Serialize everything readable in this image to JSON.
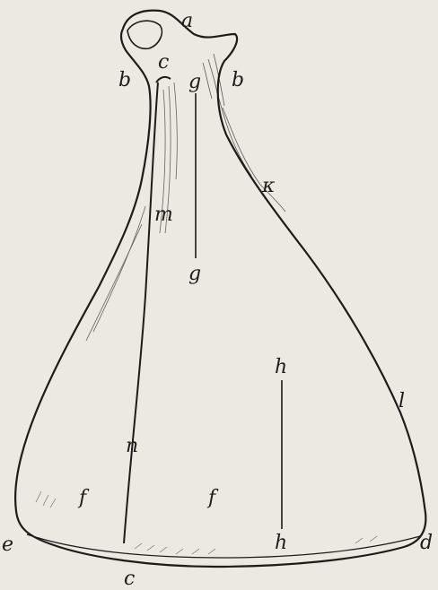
{
  "figure": {
    "background": "#ece9e2",
    "ink": "#1e1c1a",
    "labels": {
      "a": "a",
      "b_left": "b",
      "b_right": "b",
      "c_top": "c",
      "g_top": "g",
      "k": "κ",
      "m": "m",
      "g_mid": "g",
      "h_upper": "h",
      "l": "l",
      "n": "n",
      "f_left": "f",
      "f_right": "f",
      "e": "e",
      "h_lower": "h",
      "d": "d",
      "c_bottom": "c"
    }
  }
}
